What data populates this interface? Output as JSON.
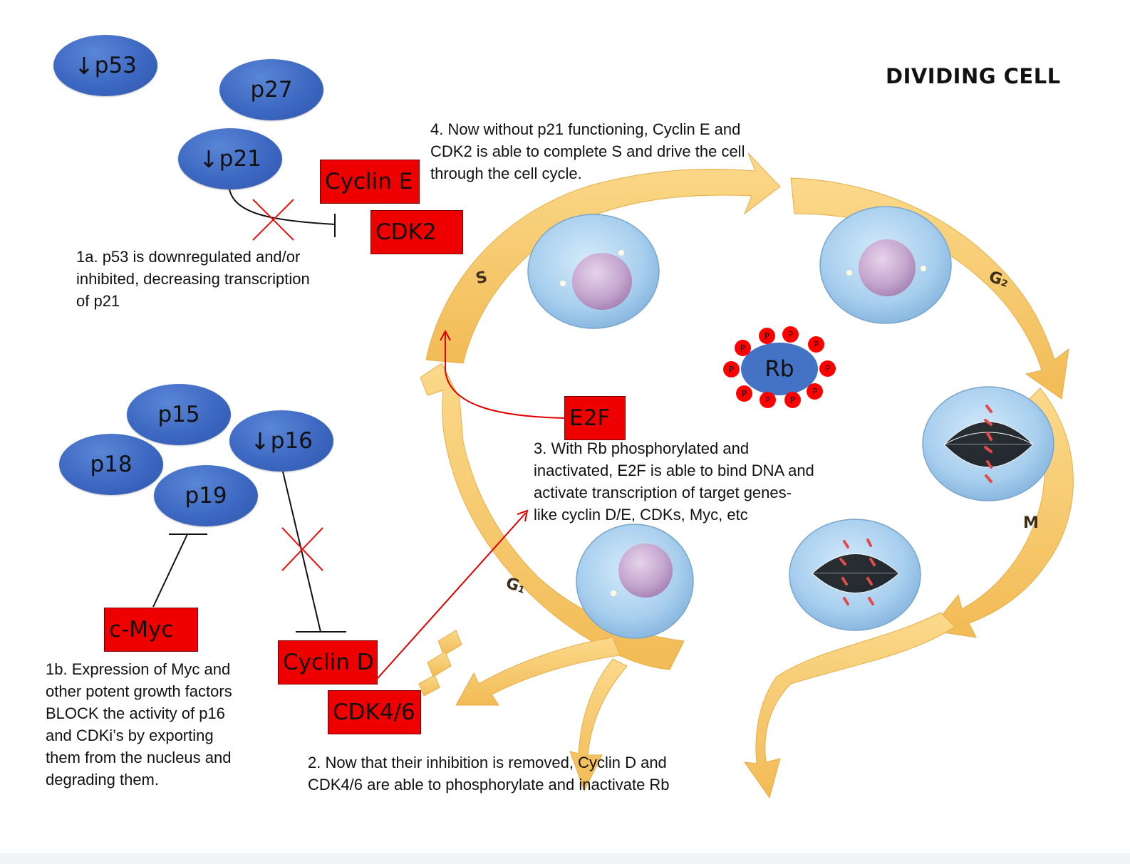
{
  "title": "DIVIDING CELL",
  "proteins": {
    "p53": "p53",
    "p27": "p27",
    "p21": "p21",
    "p15": "p15",
    "p18": "p18",
    "p16": "p16",
    "p19": "p19",
    "rb": "Rb",
    "phospho": "P",
    "down_arrow": "↓"
  },
  "boxes": {
    "cyclin_e": "Cyclin E",
    "cdk2": "CDK2",
    "e2f": "E2F",
    "c_myc": "c-Myc",
    "cyclin_d": "Cyclin D",
    "cdk46": "CDK4/6"
  },
  "phases": {
    "s": "S",
    "g2": "G₂",
    "m": "M",
    "g1": "G₁"
  },
  "notes": {
    "n1a": [
      "1a. p53 is downregulated and/or",
      "inhibited, decreasing transcription",
      "of p21"
    ],
    "n1b": [
      "1b. Expression of Myc and",
      "other potent growth factors",
      "BLOCK the activity of p16",
      "and CDKi’s by exporting",
      "them from the nucleus and",
      "degrading them."
    ],
    "n2": [
      "2. Now that their inhibition is removed, Cyclin D and",
      "CDK4/6 are able to phosphorylate and inactivate Rb"
    ],
    "n3": [
      "3. With Rb phosphorylated and",
      "inactivated, E2F is able to bind DNA and",
      "activate transcription of target genes-",
      "like cyclin D/E, CDKs, Myc, etc"
    ],
    "n4": [
      "4. Now without p21 functioning, Cyclin E and",
      "CDK2 is able to complete S and drive the cell",
      "through the cell cycle."
    ]
  },
  "colors": {
    "protein_blue": "#4472c4",
    "box_red": "#ee0000",
    "arrow_gold": "#f6c86a",
    "cell_blue": "#a9d0ee",
    "nucleus_purple": "#c7a7cf",
    "annotation_red": "#e00000"
  }
}
